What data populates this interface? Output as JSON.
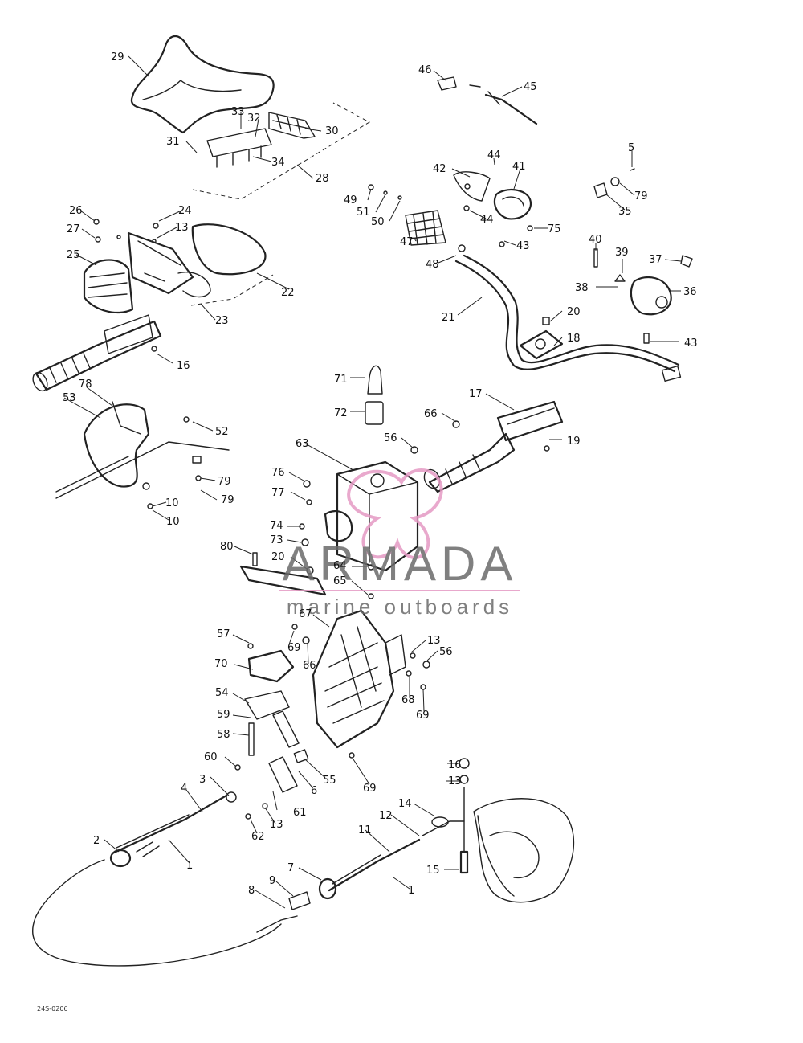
{
  "colors": {
    "line": "#222222",
    "watermark_text": "#6b6b6b",
    "watermark_logo": "#e59ac4"
  },
  "watermark": {
    "brand": "ARMADA",
    "tagline": "marine outboards"
  },
  "reference_code": "24S-0206",
  "callouts": [
    "29",
    "46",
    "45",
    "33",
    "32",
    "30",
    "31",
    "34",
    "28",
    "44",
    "42",
    "41",
    "5",
    "79",
    "35",
    "49",
    "51",
    "50",
    "44",
    "75",
    "47",
    "43",
    "40",
    "39",
    "37",
    "38",
    "36",
    "43",
    "26",
    "24",
    "27",
    "13",
    "25",
    "22",
    "23",
    "48",
    "21",
    "20",
    "18",
    "16",
    "71",
    "72",
    "78",
    "53",
    "52",
    "79",
    "10",
    "79",
    "10",
    "17",
    "66",
    "56",
    "19",
    "63",
    "76",
    "77",
    "74",
    "73",
    "20",
    "80",
    "64",
    "65",
    "67",
    "57",
    "69",
    "66",
    "13",
    "70",
    "56",
    "68",
    "69",
    "54",
    "59",
    "58",
    "60",
    "55",
    "69",
    "6",
    "16",
    "13",
    "3",
    "4",
    "61",
    "13",
    "62",
    "14",
    "12",
    "2",
    "1",
    "11",
    "15",
    "7",
    "9",
    "8",
    "1"
  ]
}
